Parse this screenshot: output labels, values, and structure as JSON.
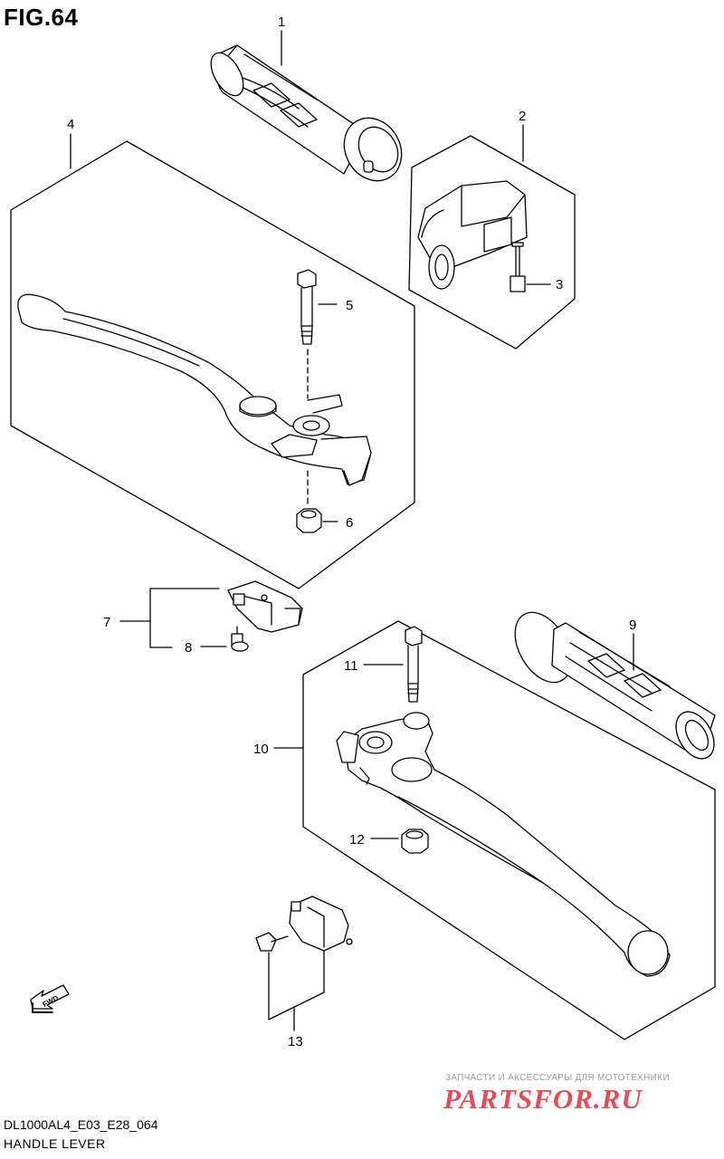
{
  "figure": {
    "title": "FIG.64"
  },
  "callouts": {
    "c1": "1",
    "c2": "2",
    "c3": "3",
    "c4": "4",
    "c5": "5",
    "c6": "6",
    "c7": "7",
    "c8": "8",
    "c9": "9",
    "c10": "10",
    "c11": "11",
    "c12": "12",
    "c13": "13"
  },
  "direction_arrow": {
    "label": "FWD"
  },
  "footer": {
    "code": "DL1000AL4_E03_E28_064",
    "title": "HANDLE LEVER"
  },
  "watermark": {
    "tagline": "ЗАПЧАСТИ И АКСЕССУАРЫ ДЛЯ МОТОТЕХНИКИ",
    "logo": "PARTSFOR.RU"
  }
}
